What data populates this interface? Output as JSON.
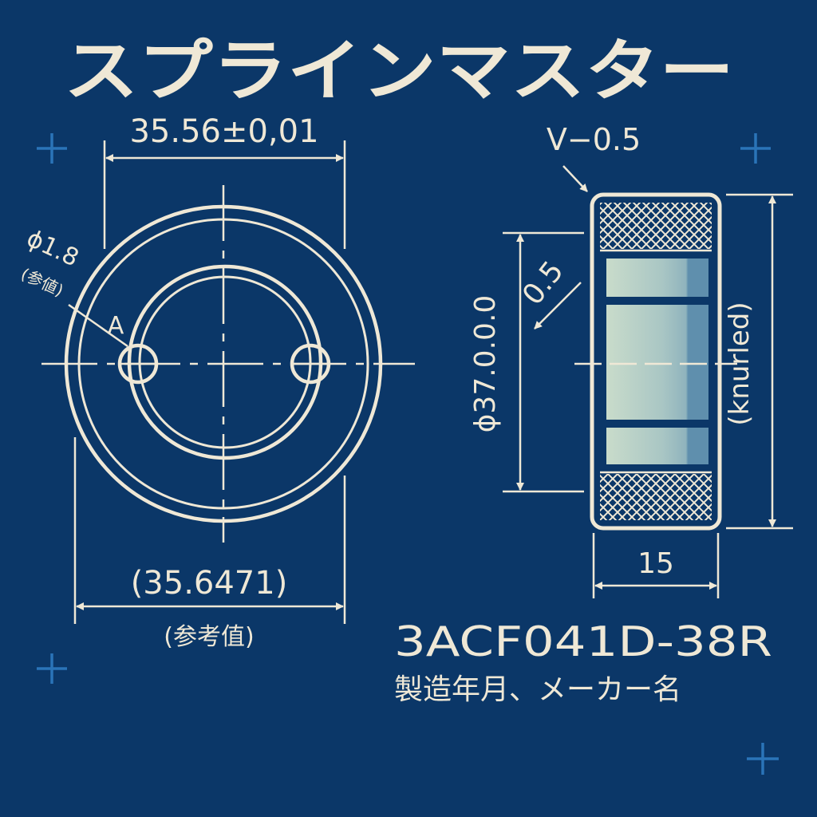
{
  "title": "スプラインマスター",
  "front_view": {
    "overall_dimension": "35.56±0,01",
    "hole_diameter_label": "ϕ1.8",
    "hole_diameter_note": "(参値)",
    "point_label": "A",
    "reference_dimension": "(35.6471)",
    "reference_note": "(参考值)"
  },
  "side_view": {
    "chamfer_label": "V−0.5",
    "inner_chamfer_label": "0.5",
    "diameter_label": "ϕ37.0.0.0",
    "knurled_label": "(knurled)",
    "width_label": "15"
  },
  "part_number": "3ACF041D-38R",
  "marking_note": "製造年月、メーカー名",
  "colors": {
    "background": "#0b3768",
    "ink": "#efe8d6",
    "accent_cross": "#2a74b8",
    "band_light": "#c9dccb",
    "band_dark": "#5f8fad"
  }
}
